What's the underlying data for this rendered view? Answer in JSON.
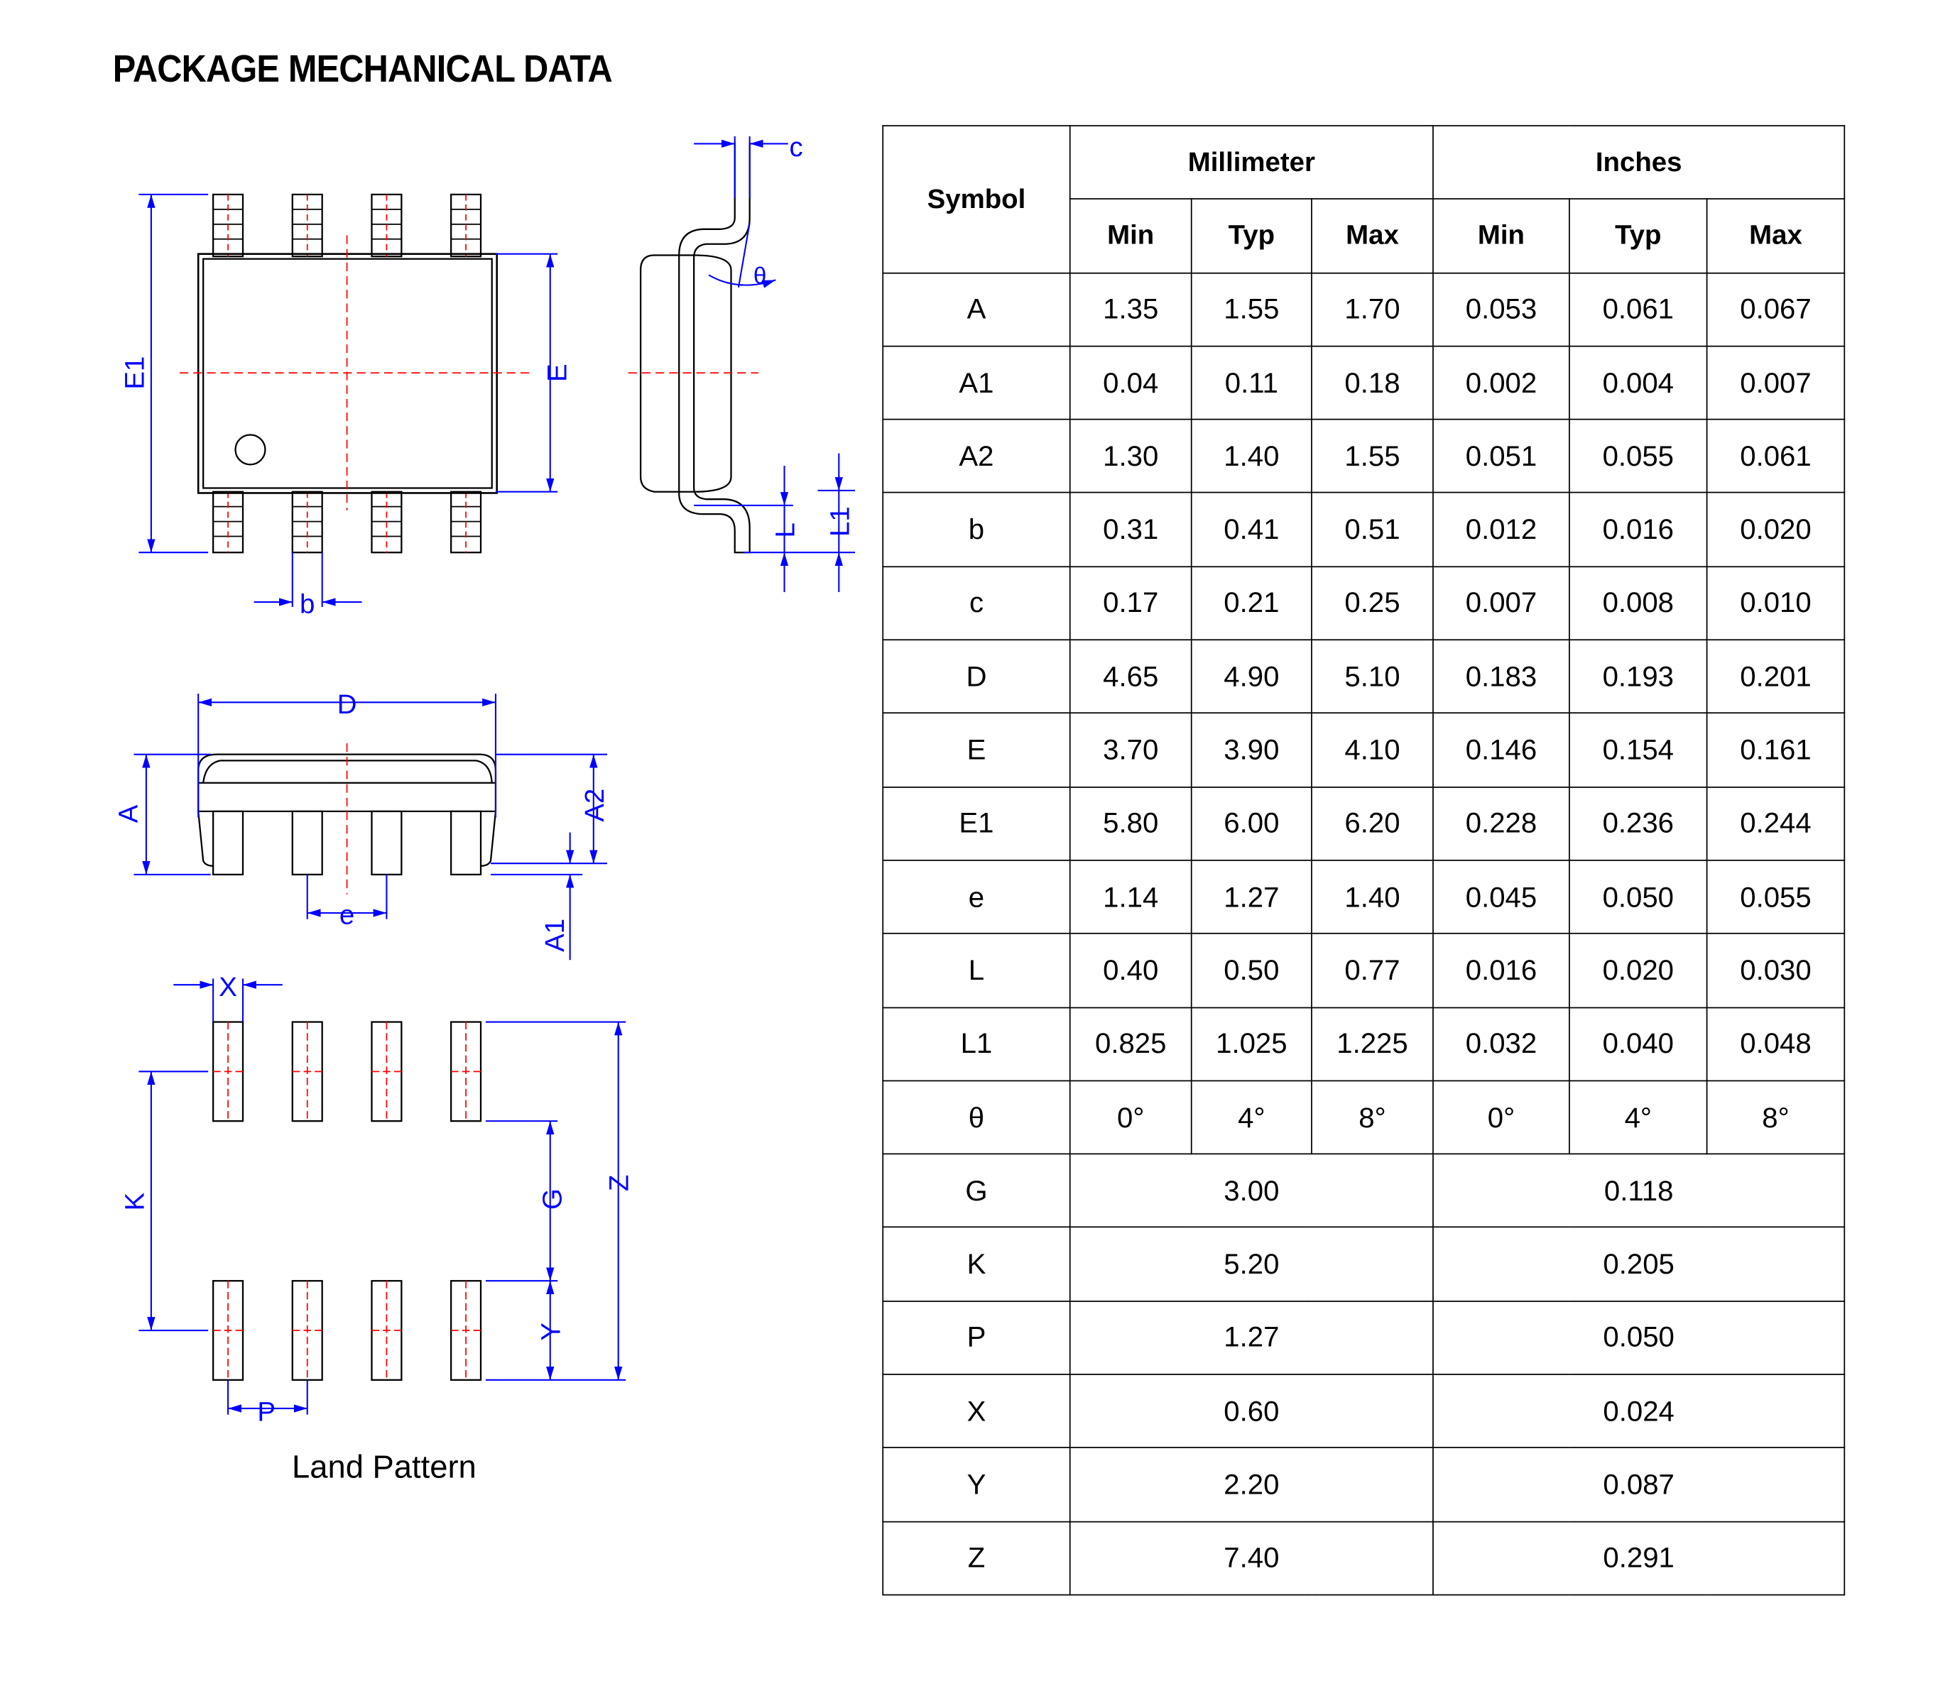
{
  "title": "PACKAGE MECHANICAL DATA",
  "drawing": {
    "labels": {
      "E1": "E1",
      "E": "E",
      "b": "b",
      "c": "c",
      "theta": "θ",
      "L": "L",
      "L1": "L1",
      "D": "D",
      "A": "A",
      "A2": "A2",
      "A1": "A1",
      "e": "e",
      "X": "X",
      "K": "K",
      "G": "G",
      "Y": "Y",
      "Z": "Z",
      "P": "P"
    },
    "land_pattern_caption": "Land Pattern",
    "colors": {
      "dimension": "#0000ff",
      "centerline": "#ff0000",
      "outline": "#000000"
    }
  },
  "table": {
    "symbol_header": "Symbol",
    "mm_header": "Millimeter",
    "in_header": "Inches",
    "sub_headers": [
      "Min",
      "Typ",
      "Max",
      "Min",
      "Typ",
      "Max"
    ],
    "rows": [
      {
        "symbol": "A",
        "values": [
          "1.35",
          "1.55",
          "1.70",
          "0.053",
          "0.061",
          "0.067"
        ]
      },
      {
        "symbol": "A1",
        "values": [
          "0.04",
          "0.11",
          "0.18",
          "0.002",
          "0.004",
          "0.007"
        ]
      },
      {
        "symbol": "A2",
        "values": [
          "1.30",
          "1.40",
          "1.55",
          "0.051",
          "0.055",
          "0.061"
        ]
      },
      {
        "symbol": "b",
        "values": [
          "0.31",
          "0.41",
          "0.51",
          "0.012",
          "0.016",
          "0.020"
        ]
      },
      {
        "symbol": "c",
        "values": [
          "0.17",
          "0.21",
          "0.25",
          "0.007",
          "0.008",
          "0.010"
        ]
      },
      {
        "symbol": "D",
        "values": [
          "4.65",
          "4.90",
          "5.10",
          "0.183",
          "0.193",
          "0.201"
        ]
      },
      {
        "symbol": "E",
        "values": [
          "3.70",
          "3.90",
          "4.10",
          "0.146",
          "0.154",
          "0.161"
        ]
      },
      {
        "symbol": "E1",
        "values": [
          "5.80",
          "6.00",
          "6.20",
          "0.228",
          "0.236",
          "0.244"
        ]
      },
      {
        "symbol": "e",
        "values": [
          "1.14",
          "1.27",
          "1.40",
          "0.045",
          "0.050",
          "0.055"
        ]
      },
      {
        "symbol": "L",
        "values": [
          "0.40",
          "0.50",
          "0.77",
          "0.016",
          "0.020",
          "0.030"
        ]
      },
      {
        "symbol": "L1",
        "values": [
          "0.825",
          "1.025",
          "1.225",
          "0.032",
          "0.040",
          "0.048"
        ]
      },
      {
        "symbol": "θ",
        "values": [
          "0°",
          "4°",
          "8°",
          "0°",
          "4°",
          "8°"
        ]
      },
      {
        "symbol": "G",
        "values": [
          "3.00",
          "0.118"
        ]
      },
      {
        "symbol": "K",
        "values": [
          "5.20",
          "0.205"
        ]
      },
      {
        "symbol": "P",
        "values": [
          "1.27",
          "0.050"
        ]
      },
      {
        "symbol": "X",
        "values": [
          "0.60",
          "0.024"
        ]
      },
      {
        "symbol": "Y",
        "values": [
          "2.20",
          "0.087"
        ]
      },
      {
        "symbol": "Z",
        "values": [
          "7.40",
          "0.291"
        ]
      }
    ]
  }
}
